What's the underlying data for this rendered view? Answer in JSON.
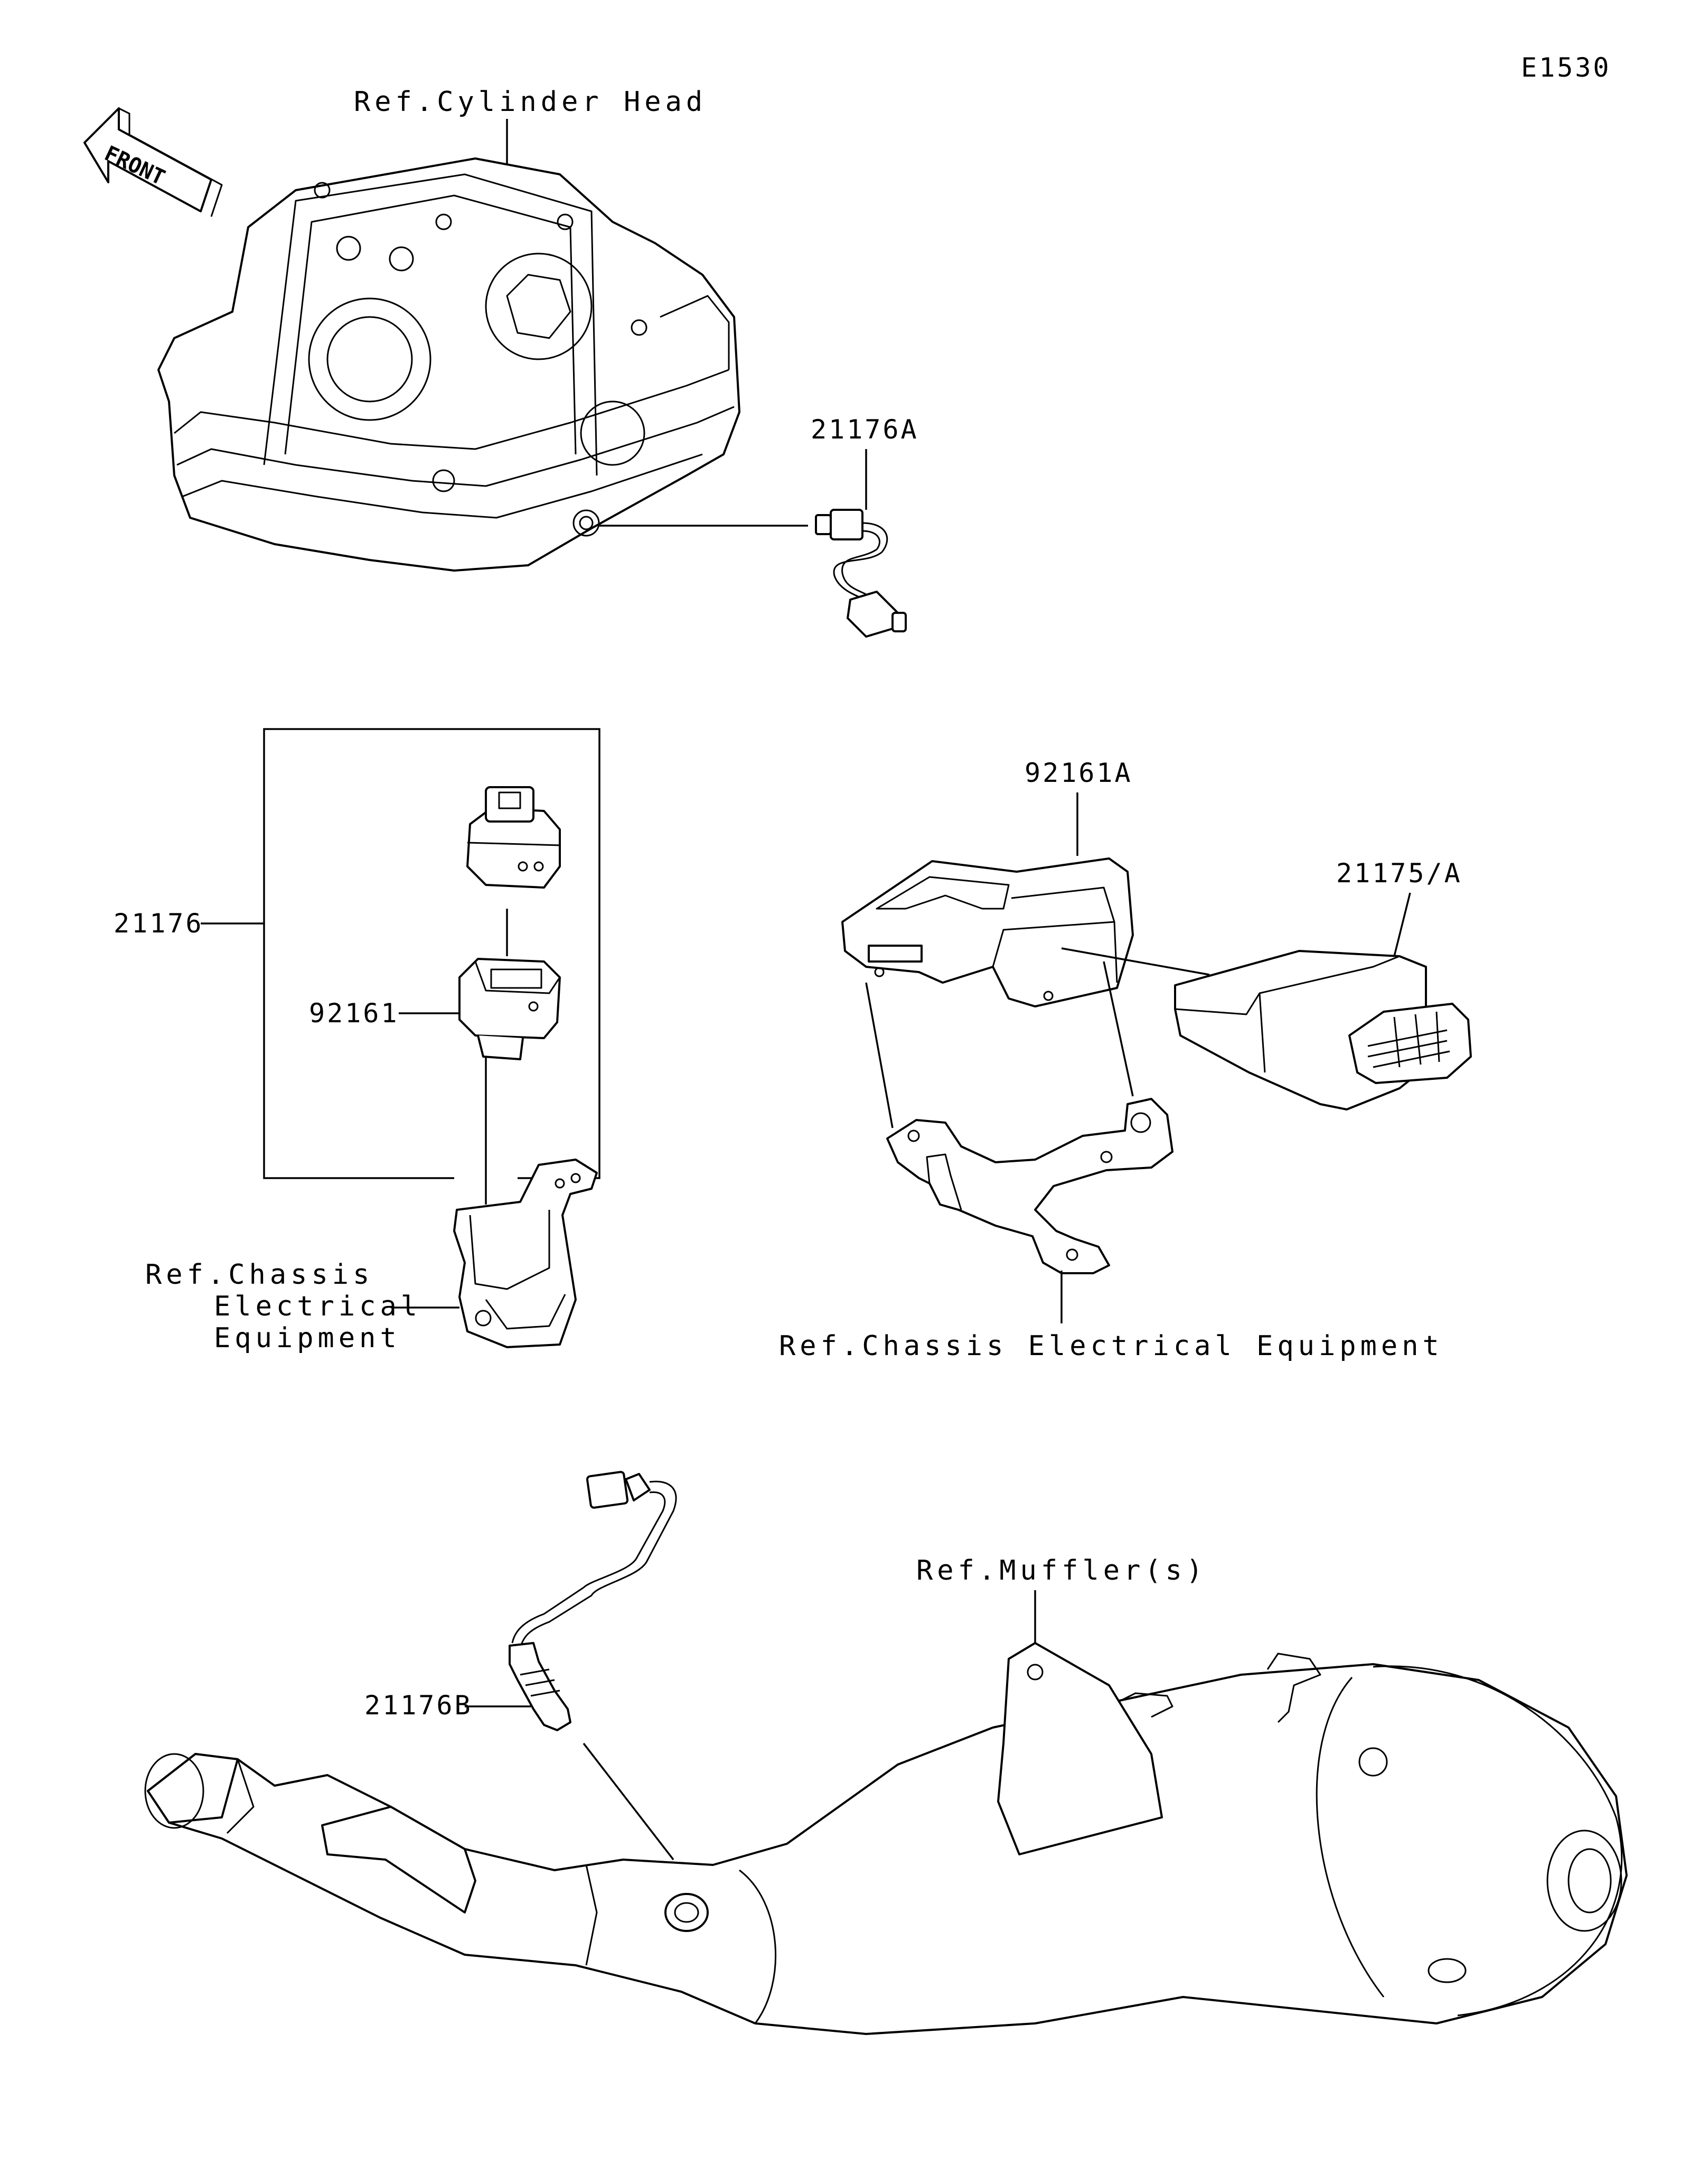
{
  "diagram_code": "E1530",
  "front_label": "FRONT",
  "labels": {
    "ref_cylinder_head": "Ref.Cylinder Head",
    "part_21176A": "21176A",
    "part_21176": "21176",
    "part_92161": "92161",
    "part_92161A": "92161A",
    "part_21175A": "21175/A",
    "ref_chassis_left_line1": "Ref.Chassis",
    "ref_chassis_left_line2": "Electrical",
    "ref_chassis_left_line3": "Equipment",
    "ref_chassis_right": "Ref.Chassis Electrical Equipment",
    "ref_muffler": "Ref.Muffler(s)",
    "part_21176B": "21176B"
  },
  "icons": [
    "front-arrow-icon"
  ]
}
